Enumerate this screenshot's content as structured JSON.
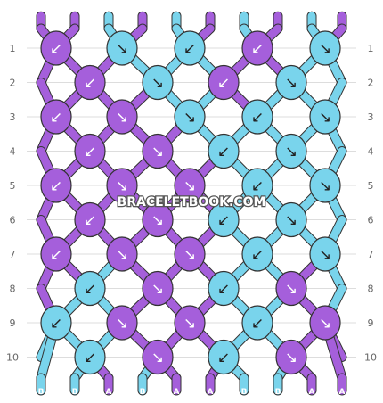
{
  "strand_colors": {
    "A": "#a55fdb",
    "B": "#79d4ec"
  },
  "outline_color": "#333333",
  "guide_color": "#dddddd",
  "start_strands": [
    "A",
    "A",
    "B",
    "A",
    "B",
    "A",
    "B",
    "A",
    "B",
    "A"
  ],
  "end_strands": [
    "B",
    "B",
    "A",
    "B",
    "A",
    "A",
    "B",
    "B",
    "A",
    "A"
  ],
  "row_numbers": [
    "1",
    "2",
    "3",
    "4",
    "5",
    "6",
    "7",
    "8",
    "9",
    "10"
  ],
  "knot_rows": [
    {
      "row": 1,
      "knots": [
        {
          "color": "A",
          "dir": "↙"
        },
        {
          "color": "B",
          "dir": "↘"
        },
        {
          "color": "B",
          "dir": "↙"
        },
        {
          "color": "A",
          "dir": "↙"
        },
        {
          "color": "B",
          "dir": "↘"
        }
      ]
    },
    {
      "row": 2,
      "knots": [
        {
          "color": "A",
          "dir": "↙"
        },
        {
          "color": "B",
          "dir": "↘"
        },
        {
          "color": "A",
          "dir": "↙"
        },
        {
          "color": "B",
          "dir": "↘"
        }
      ]
    },
    {
      "row": 3,
      "knots": [
        {
          "color": "A",
          "dir": "↙"
        },
        {
          "color": "A",
          "dir": "↘"
        },
        {
          "color": "B",
          "dir": "↘"
        },
        {
          "color": "B",
          "dir": "↙"
        },
        {
          "color": "B",
          "dir": "↘"
        }
      ]
    },
    {
      "row": 4,
      "knots": [
        {
          "color": "A",
          "dir": "↙"
        },
        {
          "color": "A",
          "dir": "↘"
        },
        {
          "color": "B",
          "dir": "↙"
        },
        {
          "color": "B",
          "dir": "↘"
        }
      ]
    },
    {
      "row": 5,
      "knots": [
        {
          "color": "A",
          "dir": "↙"
        },
        {
          "color": "A",
          "dir": "↘"
        },
        {
          "color": "A",
          "dir": "↘"
        },
        {
          "color": "B",
          "dir": "↙"
        },
        {
          "color": "B",
          "dir": "↘"
        }
      ]
    },
    {
      "row": 6,
      "knots": [
        {
          "color": "A",
          "dir": "↙"
        },
        {
          "color": "A",
          "dir": "↘"
        },
        {
          "color": "B",
          "dir": "↙"
        },
        {
          "color": "B",
          "dir": "↘"
        }
      ]
    },
    {
      "row": 7,
      "knots": [
        {
          "color": "A",
          "dir": "↙"
        },
        {
          "color": "A",
          "dir": "↘"
        },
        {
          "color": "A",
          "dir": "↘"
        },
        {
          "color": "B",
          "dir": "↙"
        },
        {
          "color": "B",
          "dir": "↘"
        }
      ]
    },
    {
      "row": 8,
      "knots": [
        {
          "color": "B",
          "dir": "↙"
        },
        {
          "color": "A",
          "dir": "↘"
        },
        {
          "color": "B",
          "dir": "↙"
        },
        {
          "color": "A",
          "dir": "↘"
        }
      ]
    },
    {
      "row": 9,
      "knots": [
        {
          "color": "B",
          "dir": "↙"
        },
        {
          "color": "A",
          "dir": "↘"
        },
        {
          "color": "A",
          "dir": "↘"
        },
        {
          "color": "B",
          "dir": "↙"
        },
        {
          "color": "A",
          "dir": "↘"
        }
      ]
    },
    {
      "row": 10,
      "knots": [
        {
          "color": "B",
          "dir": "↙"
        },
        {
          "color": "A",
          "dir": "↘"
        },
        {
          "color": "B",
          "dir": "↙"
        },
        {
          "color": "A",
          "dir": "↘"
        }
      ]
    }
  ],
  "watermark": "BRACELETBOOK.COM"
}
